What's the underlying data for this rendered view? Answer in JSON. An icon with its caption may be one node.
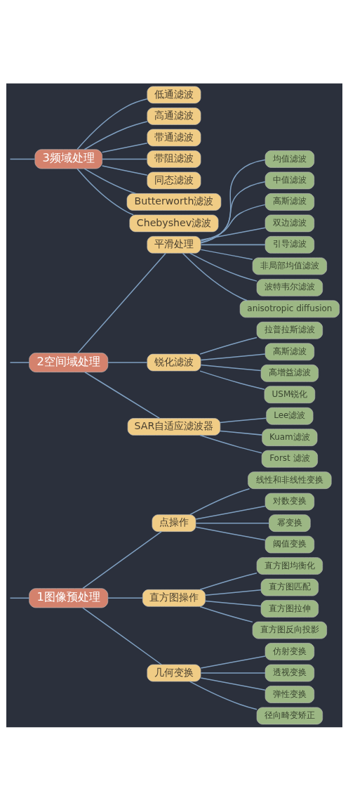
{
  "diagram": {
    "nodes": [
      {
        "text": [
          "1图像预处理"
        ]
      },
      {
        "text": [
          "点操作"
        ]
      },
      {
        "text": [
          "线性和非线性变换"
        ]
      },
      {
        "text": [
          "对数变换"
        ]
      },
      {
        "text": [
          "幂变换"
        ]
      },
      {
        "text": [
          "阈值变换"
        ]
      },
      {
        "text": [
          "直方图操作"
        ]
      },
      {
        "text": [
          "直方图均衡化"
        ]
      },
      {
        "text": [
          "直方图匹配"
        ]
      },
      {
        "text": [
          "直方图拉伸"
        ]
      },
      {
        "text": [
          "直方图反向投影"
        ]
      },
      {
        "text": [
          "几何变换"
        ]
      },
      {
        "text": [
          "仿射变换"
        ]
      },
      {
        "text": [
          "透视变换"
        ]
      },
      {
        "text": [
          "弹性变换"
        ]
      },
      {
        "text": [
          "径向畸变矫正"
        ]
      },
      {
        "text": [
          "2空间域处理"
        ]
      },
      {
        "text": [
          "平滑处理"
        ]
      },
      {
        "text": [
          "均值滤波"
        ]
      },
      {
        "text": [
          "中值滤波"
        ]
      },
      {
        "text": [
          "高斯滤波"
        ]
      },
      {
        "text": [
          "双边滤波"
        ]
      },
      {
        "text": [
          "引导滤波"
        ]
      },
      {
        "text": [
          "非局部均值滤波"
        ]
      },
      {
        "text": [
          "波特韦尔滤波"
        ]
      },
      {
        "text": [
          "anisotropic diffusion"
        ]
      },
      {
        "text": [
          "锐化滤波"
        ]
      },
      {
        "text": [
          "拉普拉斯滤波"
        ]
      },
      {
        "text": [
          "高斯滤波"
        ]
      },
      {
        "text": [
          "高增益滤波"
        ]
      },
      {
        "text": [
          "USM锐化"
        ]
      },
      {
        "text": [
          "SAR自适应滤波器"
        ]
      },
      {
        "text": [
          "Lee滤波"
        ]
      },
      {
        "text": [
          "Kuam滤波"
        ]
      },
      {
        "text": [
          "Forst 滤波"
        ]
      },
      {
        "text": [
          "3频域处理"
        ]
      },
      {
        "text": [
          "低通滤波"
        ]
      },
      {
        "text": [
          "高通滤波"
        ]
      },
      {
        "text": [
          "带通滤波"
        ]
      },
      {
        "text": [
          "带阻滤波"
        ]
      },
      {
        "text": [
          "同态滤波"
        ]
      },
      {
        "text": [
          "Butterworth滤波"
        ]
      },
      {
        "text": [
          "Chebyshev滤波"
        ]
      }
    ],
    "edges": [
      {
        "from": null,
        "to": 0,
        "arrow": "none"
      },
      {
        "from": 0,
        "to": 1,
        "arrow": "none"
      },
      {
        "from": 1,
        "to": 2,
        "arrow": "none"
      },
      {
        "from": 1,
        "to": 3,
        "arrow": "none"
      },
      {
        "from": 1,
        "to": 4,
        "arrow": "none"
      },
      {
        "from": 1,
        "to": 5,
        "arrow": "none"
      },
      {
        "from": 0,
        "to": 6,
        "arrow": "none"
      },
      {
        "from": 6,
        "to": 7,
        "arrow": "none"
      },
      {
        "from": 6,
        "to": 8,
        "arrow": "none"
      },
      {
        "from": 6,
        "to": 9,
        "arrow": "none"
      },
      {
        "from": 6,
        "to": 10,
        "arrow": "none"
      },
      {
        "from": 0,
        "to": 11,
        "arrow": "none"
      },
      {
        "from": 11,
        "to": 12,
        "arrow": "none"
      },
      {
        "from": 11,
        "to": 13,
        "arrow": "none"
      },
      {
        "from": 11,
        "to": 14,
        "arrow": "none"
      },
      {
        "from": 11,
        "to": 15,
        "arrow": "none"
      },
      {
        "from": null,
        "to": 16,
        "arrow": "none"
      },
      {
        "from": 16,
        "to": 17,
        "arrow": "none"
      },
      {
        "from": 17,
        "to": 18,
        "arrow": "none"
      },
      {
        "from": 17,
        "to": 19,
        "arrow": "none"
      },
      {
        "from": 17,
        "to": 20,
        "arrow": "none"
      },
      {
        "from": 17,
        "to": 21,
        "arrow": "none"
      },
      {
        "from": 17,
        "to": 22,
        "arrow": "none"
      },
      {
        "from": 17,
        "to": 23,
        "arrow": "none"
      },
      {
        "from": 17,
        "to": 24,
        "arrow": "none"
      },
      {
        "from": 17,
        "to": 25,
        "arrow": "none"
      },
      {
        "from": 16,
        "to": 26,
        "arrow": "none"
      },
      {
        "from": 26,
        "to": 27,
        "arrow": "none"
      },
      {
        "from": 26,
        "to": 28,
        "arrow": "none"
      },
      {
        "from": 26,
        "to": 29,
        "arrow": "none"
      },
      {
        "from": 26,
        "to": 30,
        "arrow": "none"
      },
      {
        "from": 16,
        "to": 31,
        "arrow": "none"
      },
      {
        "from": 31,
        "to": 32,
        "arrow": "none"
      },
      {
        "from": 31,
        "to": 33,
        "arrow": "none"
      },
      {
        "from": 31,
        "to": 34,
        "arrow": "none"
      },
      {
        "from": null,
        "to": 35,
        "arrow": "none"
      },
      {
        "from": 35,
        "to": 36,
        "arrow": "none"
      },
      {
        "from": 35,
        "to": 37,
        "arrow": "none"
      },
      {
        "from": 35,
        "to": 38,
        "arrow": "none"
      },
      {
        "from": 35,
        "to": 39,
        "arrow": "none"
      },
      {
        "from": 35,
        "to": 40,
        "arrow": "none"
      },
      {
        "from": 35,
        "to": 41,
        "arrow": "none"
      },
      {
        "from": 35,
        "to": 42,
        "arrow": "none"
      }
    ]
  }
}
